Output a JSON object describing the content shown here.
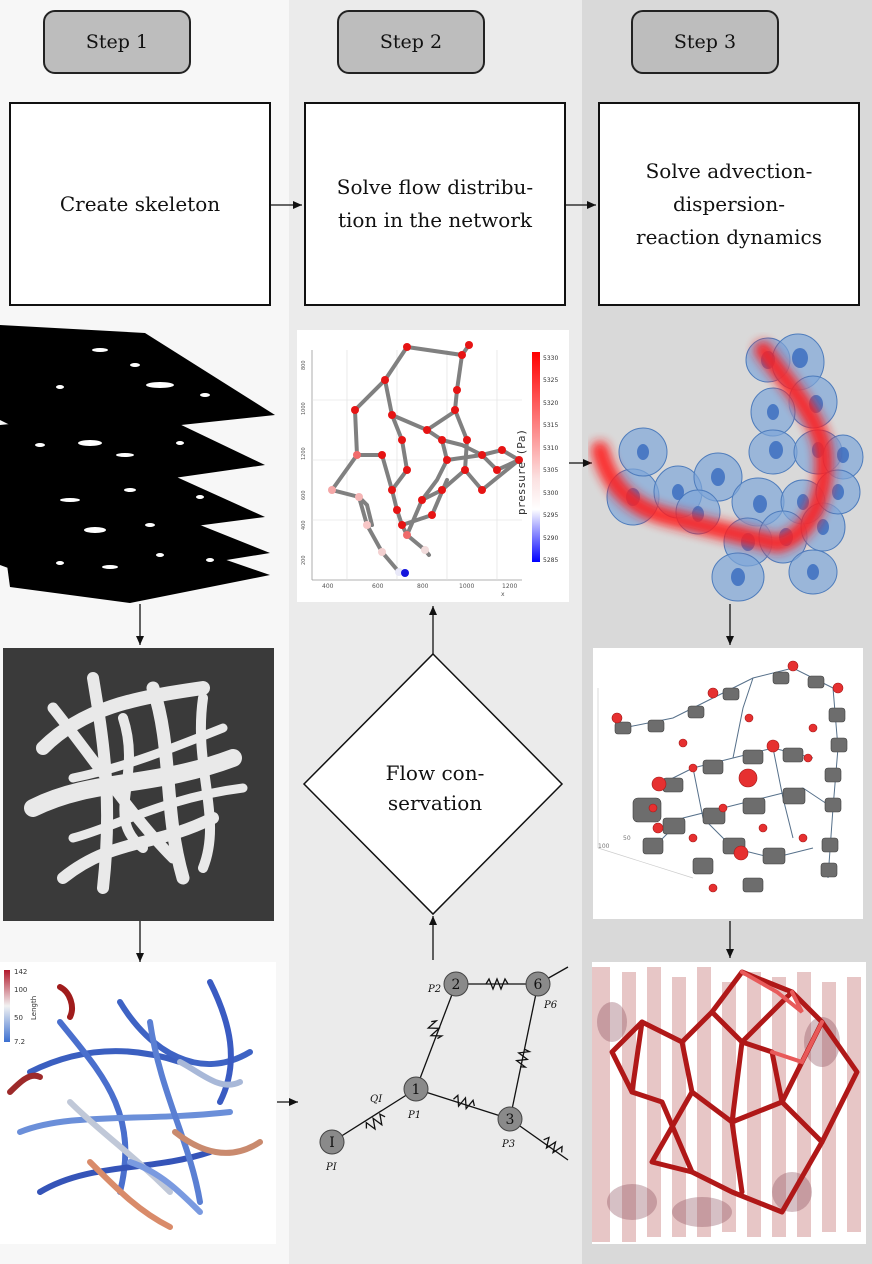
{
  "steps": [
    {
      "tab": "Step 1",
      "box_lines": [
        "Create skeleton"
      ]
    },
    {
      "tab": "Step 2",
      "box_lines": [
        "Solve flow distribu-",
        "tion in the network"
      ]
    },
    {
      "tab": "Step 3",
      "box_lines": [
        "Solve advection-",
        "dispersion-",
        "reaction dynamics"
      ]
    }
  ],
  "diamond": {
    "lines": [
      "Flow con-",
      "servation"
    ]
  },
  "colorbar_length": {
    "title": "Length",
    "ticks": [
      "142",
      "100",
      "50",
      "7.2"
    ]
  },
  "pressure_plot": {
    "colorbar_label": "pressure (Pa)",
    "colorbar_ticks": [
      "5330",
      "5325",
      "5320",
      "5315",
      "5310",
      "5305",
      "5300",
      "5295",
      "5290",
      "5285"
    ],
    "x_ticks": [
      "400",
      "600",
      "800",
      "1000",
      "1200"
    ],
    "x_label": "x",
    "y_ticks": [
      "800",
      "1000",
      "1200",
      "600",
      "400",
      "200"
    ]
  },
  "network_schematic": {
    "node_labels": [
      "2",
      "6",
      "1",
      "3",
      "I"
    ],
    "pressure_labels": [
      "P2",
      "P6",
      "P1",
      "P3",
      "PI"
    ],
    "flow_label": "QI"
  },
  "bar3d_ticks": [
    "100",
    "50"
  ],
  "colors": {
    "col1_bg": "#f7f7f7",
    "col2_bg": "#ebebeb",
    "col3_bg": "#d9d9d9",
    "tab": "#bdbdbd",
    "dark_panel": "#3a3a3a",
    "network_red": "#e53030",
    "node_grey": "#8a8a8a"
  }
}
